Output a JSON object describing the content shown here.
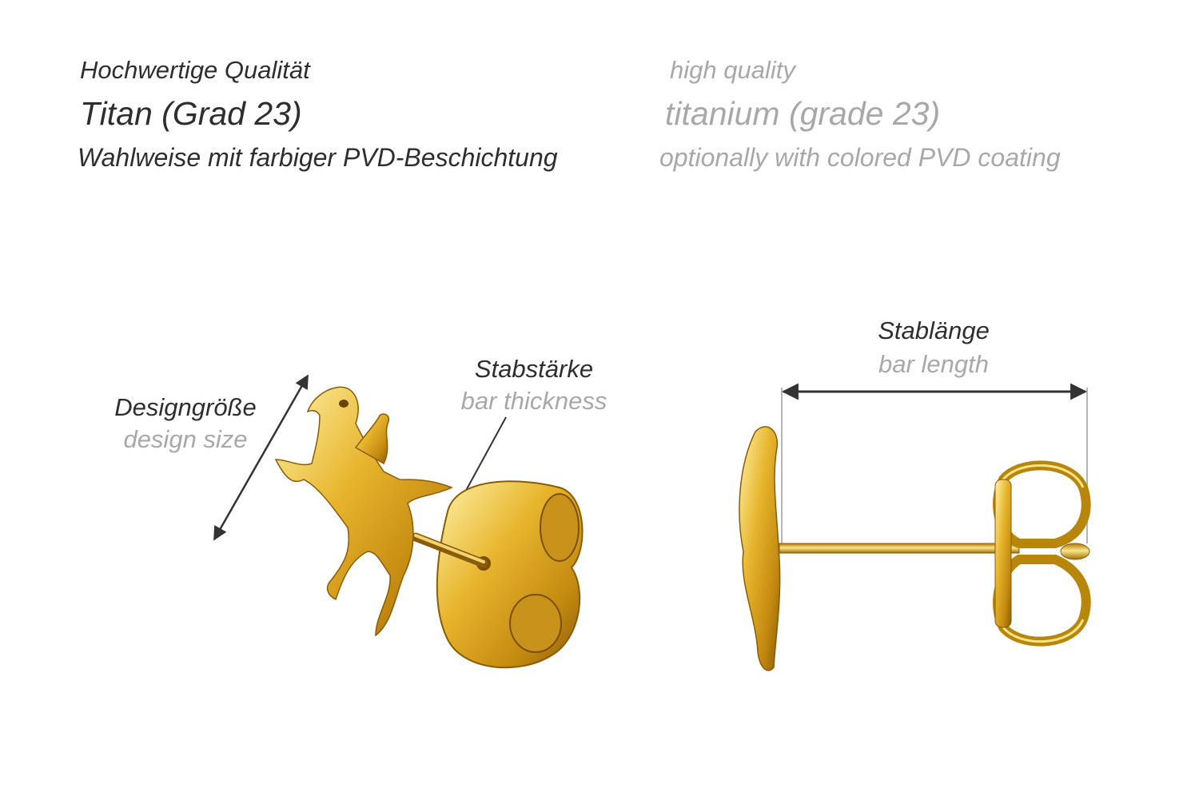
{
  "header": {
    "de": {
      "quality": "Hochwertige Qualität",
      "material": "Titan (Grad 23)",
      "coating": "Wahlweise mit farbiger PVD-Beschichtung"
    },
    "en": {
      "quality": "high quality",
      "material": "titanium (grade 23)",
      "coating": "optionally with colored PVD coating"
    }
  },
  "labels": {
    "design_size": {
      "de": "Designgröße",
      "en": "design size"
    },
    "bar_thickness": {
      "de": "Stabstärke",
      "en": "bar thickness"
    },
    "bar_length": {
      "de": "Stablänge",
      "en": "bar length"
    }
  },
  "colors": {
    "gold": "#d9a520",
    "gold_light": "#fbe58a",
    "gold_dark": "#9a6a08",
    "text_dark": "#2e2e2e",
    "text_light": "#a8a8a8"
  }
}
